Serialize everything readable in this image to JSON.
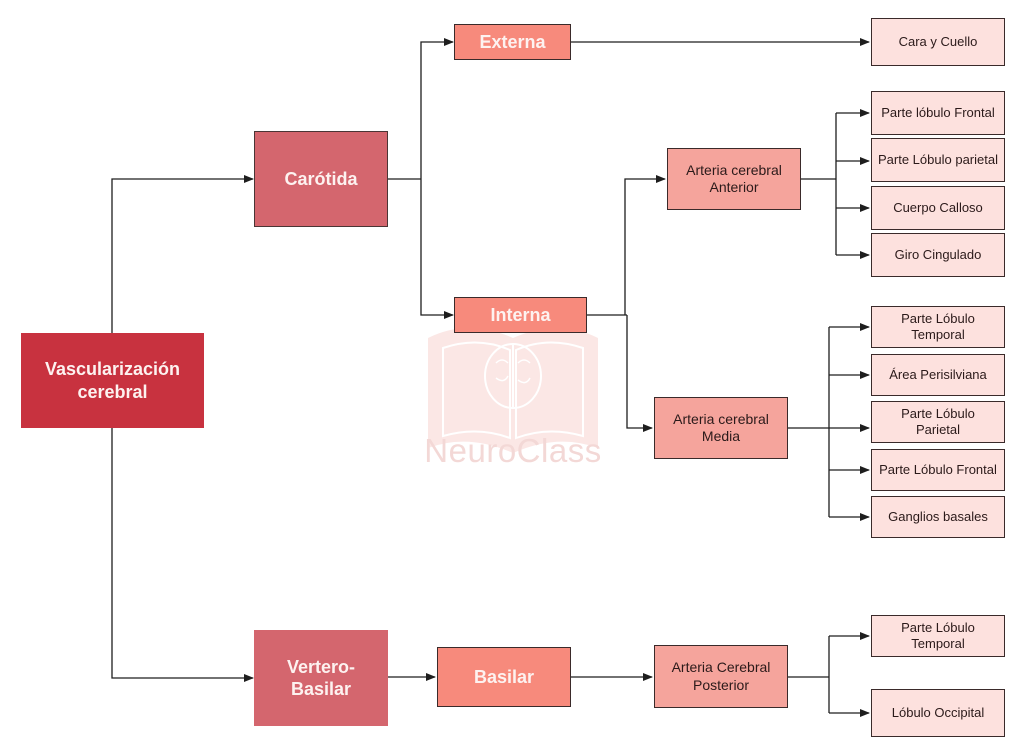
{
  "diagram": {
    "watermark": "NeuroClass",
    "colors": {
      "root": "#c8323f",
      "level1": "#d4666e",
      "level2": "#f78a7c",
      "level3": "#f5a49c",
      "leaf": "#fde1de",
      "line": "#1e1e1e"
    },
    "root": {
      "label": "Vascularización cerebral"
    },
    "nodes": {
      "carotida": "Carótida",
      "vertero_basilar": "Vertero-Basilar",
      "externa": "Externa",
      "interna": "Interna",
      "basilar": "Basilar",
      "aca": "Arteria cerebral Anterior",
      "acm": "Arteria cerebral Media",
      "acp": "Arteria Cerebral Posterior",
      "cara_cuello": "Cara y Cuello"
    },
    "aca_targets": [
      "Parte lóbulo Frontal",
      "Parte Lóbulo parietal",
      "Cuerpo Calloso",
      "Giro Cingulado"
    ],
    "acm_targets": [
      "Parte Lóbulo Temporal",
      "Área Perisilviana",
      "Parte Lóbulo Parietal",
      "Parte Lóbulo Frontal",
      "Ganglios basales"
    ],
    "acp_targets": [
      "Parte Lóbulo Temporal",
      "Lóbulo Occipital"
    ]
  }
}
